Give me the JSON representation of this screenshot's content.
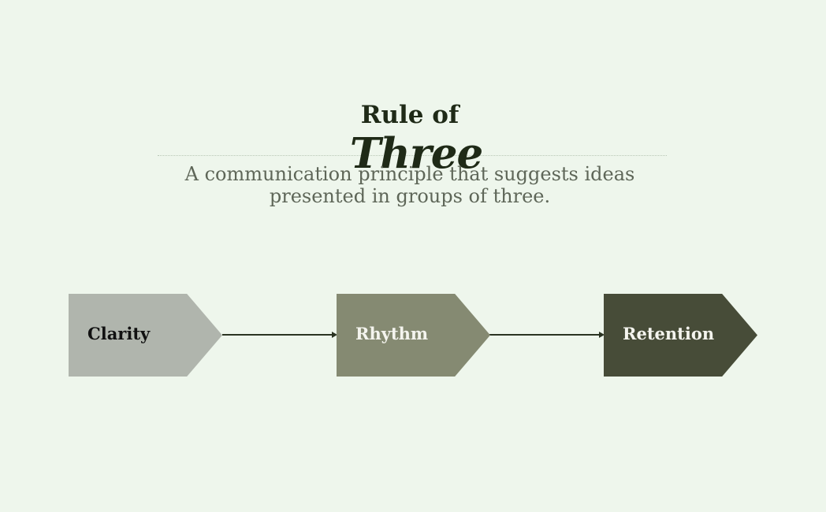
{
  "title": {
    "line1": "Rule of",
    "line2": "Three"
  },
  "subtitle": "A communication principle that suggests ideas presented in groups of three.",
  "steps": [
    {
      "label": "Clarity",
      "fill": "#b0b5ad",
      "text_color": "#111111"
    },
    {
      "label": "Rhythm",
      "fill": "#858a72",
      "text_color": "#f4f4ee"
    },
    {
      "label": "Retention",
      "fill": "#474c38",
      "text_color": "#f4f4ee"
    }
  ],
  "colors": {
    "background": "#eef6ec",
    "title": "#1f2a17",
    "subtitle": "#5e6658",
    "connector": "#2a3322"
  }
}
